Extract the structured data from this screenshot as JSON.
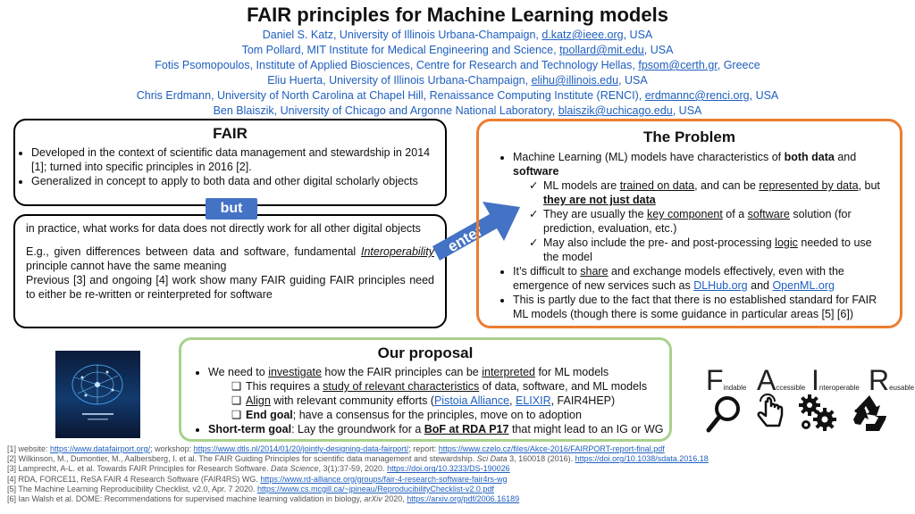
{
  "title": "FAIR principles for Machine Learning models",
  "authors": [
    {
      "text": "Daniel S. Katz, University of Illinois Urbana-Champaign, ",
      "email": "d.katz@ieee.org",
      "suffix": ", USA"
    },
    {
      "text": "Tom Pollard, MIT Institute for Medical Engineering and Science, ",
      "email": "tpollard@mit.edu",
      "suffix": ", USA"
    },
    {
      "text": "Fotis Psomopoulos, Institute of Applied Biosciences, Centre for Research and Technology Hellas, ",
      "email": "fpsom@certh.gr",
      "suffix": ", Greece"
    },
    {
      "text": "Eliu Huerta, University of Illinois Urbana-Champaign, ",
      "email": "elihu@illinois.edu",
      "suffix": ", USA"
    },
    {
      "text": "Chris Erdmann, University of North Carolina at Chapel Hill, Renaissance Computing Institute (RENCI), ",
      "email": "erdmannc@renci.org",
      "suffix": ", USA"
    },
    {
      "text": "Ben Blaiszik, University of Chicago and Argonne National Laboratory, ",
      "email": "blaiszik@uchicago.edu",
      "suffix": ", USA"
    }
  ],
  "fair_box": {
    "title": "FAIR",
    "bullet1": "Developed in the context of scientific data management and stewardship in 2014 [1]; turned into specific principles in 2016 [2].",
    "bullet2": "Generalized in concept to apply to both data and other digital scholarly objects"
  },
  "but_label": "but",
  "enter_label": "enter",
  "practice": {
    "p1": "in practice, what works for data does not directly work for all other digital objects",
    "p2a": "E.g., given differences between data and software, fundamental ",
    "p2em": "Interoperability",
    "p2b": " principle cannot have the same meaning",
    "p3": "Previous [3] and ongoing [4] work show many FAIR guiding FAIR principles need to either be re-written or reinterpreted for software"
  },
  "problem": {
    "title": "The Problem",
    "b1a": "Machine Learning (ML) models have characteristics of ",
    "b1bold1": "both data",
    "b1and": " and ",
    "b1bold2": "software",
    "s1a": "ML models are ",
    "s1u1": "trained on data",
    "s1b": ", and can be ",
    "s1u2": "represented by data",
    "s1c": ", but ",
    "s1bu": "they are not just data",
    "s2a": "They are usually the ",
    "s2u1": "key component",
    "s2b": " of a ",
    "s2u2": "software",
    "s2c": " solution (for prediction, evaluation, etc.)",
    "s3a": "May also include the pre- and post-processing ",
    "s3u": "logic",
    "s3b": " needed to use the model",
    "b2a": "It’s difficult to ",
    "b2u": "share",
    "b2b": " and exchange models effectively, even with the emergence of new services such as ",
    "b2l1": "DLHub.org",
    "b2and": " and ",
    "b2l2": "OpenML.org",
    "b3": "This is partly due to the fact that there is no established standard for FAIR ML models (though there is some guidance in particular areas [5] [6])"
  },
  "proposal": {
    "title": "Our proposal",
    "b1a": "We need to ",
    "b1u1": "investigate",
    "b1b": " how the FAIR principles can be ",
    "b1u2": "interpreted",
    "b1c": " for ML models",
    "s1a": "This requires a ",
    "s1u": "study of relevant characteristics",
    "s1b": " of data, software, and ML models",
    "s2u": "Align",
    "s2a": " with relevant community efforts (",
    "s2l1": "Pistoia Alliance",
    "s2c": ", ",
    "s2l2": "ELIXIR",
    "s2b": ", FAIR4HEP)",
    "s3bold": "End goal",
    "s3": "; have a consensus for the principles, move on to adoption",
    "b2bold": "Short-term goal",
    "b2a": ": Lay the groundwork for a ",
    "b2bu": "BoF at RDA P17",
    "b2b": " that might lead to an IG or WG"
  },
  "fair_letters": [
    {
      "big": "F",
      "small": "indable"
    },
    {
      "big": "A",
      "small": "ccessible"
    },
    {
      "big": "I",
      "small": "nteroperable"
    },
    {
      "big": "R",
      "small": "eusable"
    }
  ],
  "references": [
    {
      "pre": "[1] website: ",
      "l1": "https://www.datafairport.org/",
      "mid": "; workshop: ",
      "l2": "https://www.dtls.nl/2014/01/20/jointly-designing-data-fairport/",
      "mid2": "; report: ",
      "l3": "https://www.czelo.cz/files/Akce-2016/FAIRPORT-report-final.pdf"
    },
    {
      "pre": "[2] Wilkinson, M., Dumontier, M., Aalbersberg, I. et al. The FAIR Guiding Principles for scientific data management and stewardship. ",
      "em": "Sci Data",
      "mid": " 3, 160018 (2016). ",
      "l1": "https://doi.org/10.1038/sdata.2016.18"
    },
    {
      "pre": "[3] Lamprecht, A-L. et al. Towards FAIR Principles for Research Software. ",
      "em": "Data Science",
      "mid": ", 3(1):37-59, 2020. ",
      "l1": "https://doi.org/10.3233/DS-190026"
    },
    {
      "pre": "[4] RDA, FORCE11, ReSA FAIR 4 Research Software (FAIR4RS) WG. ",
      "l1": "https://www.rd-alliance.org/groups/fair-4-research-software-fair4rs-wg"
    },
    {
      "pre": "[5] The Machine Learning Reproducibility Checklist, v2.0, Apr. 7 2020. ",
      "l1": "https://www.cs.mcgill.ca/~jpineau/ReproducibilityChecklist-v2.0.pdf"
    },
    {
      "pre": "[6] Ian Walsh et al. DOME: Recommendations for supervised machine learning validation in biology, ",
      "em": "arXiv",
      "mid": " 2020, ",
      "l1": "https://arxiv.org/pdf/2006.16189"
    }
  ],
  "colors": {
    "problem_border": "#ed7d31",
    "proposal_border": "#a9d18e",
    "accent_blue": "#4472c4",
    "link": "#1f5fbf"
  }
}
